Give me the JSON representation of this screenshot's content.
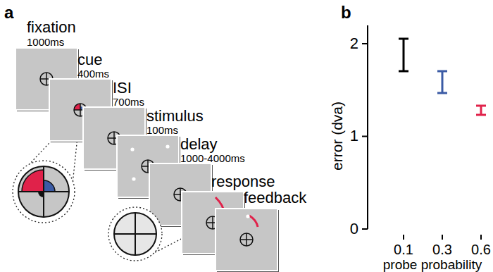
{
  "diagram": {
    "labels": [
      "a",
      "fixation",
      "1000ms",
      "cue",
      "400ms",
      "ISI",
      "700ms",
      "stimulus",
      "100ms",
      "delay",
      "1000-4000ms",
      "response",
      "feedback",
      "b",
      "error (dva)",
      "2",
      "1",
      "0",
      "0.1",
      "0.3",
      "0.6",
      "probe probability"
    ]
  }
}
